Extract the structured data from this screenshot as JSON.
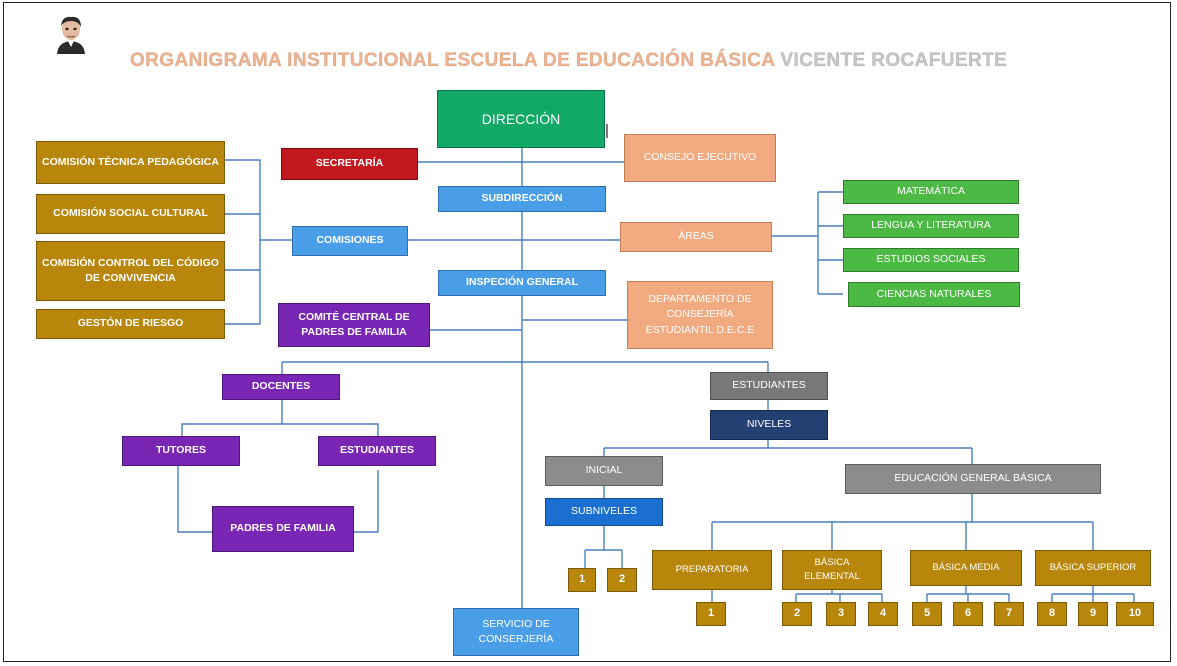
{
  "title": {
    "part1": "ORGANIGRAMA INSTITUCIONAL ESCUELA DE EDUCACIÓN BÁSICA",
    "part2": "VICENTE ROCAFUERTE"
  },
  "boxes": {
    "direccion": "DIRECCIÓN",
    "secretaria": "SECRETARÍA",
    "consejo": "CONSEJO EJECUTIVO",
    "subdireccion": "SUBDIRECCIÓN",
    "comisiones": "COMISIONES",
    "areas": "ÁREAS",
    "inspeccion": "INSPECIÓN GENERAL",
    "comite": "COMITÉ CENTRAL DE PADRES DE FAMILIA",
    "dece": "DEPARTAMENTO DE CONSEJERÍA ESTUDIANTIL D.E.C.E",
    "comision_tecnica": "COMISIÓN TÉCNICA PEDAGÓGICA",
    "comision_social": "COMISIÓN SOCIAL CULTURAL",
    "comision_control": "COMISIÓN CONTROL DEL CÓDIGO DE CONVIVENCIA",
    "gestion": "GESTÓN DE RIESGO",
    "matematica": "MATEMÁTICA",
    "lengua": "LENGUA Y LITERATURA",
    "sociales": "ESTUDIOS SOCIALES",
    "naturales": "CIENCIAS NATURALES",
    "docentes": "DOCENTES",
    "tutores": "TUTORES",
    "estudiantes_doc": "ESTUDIANTES",
    "padres": "PADRES DE FAMILIA",
    "estudiantes": "ESTUDIANTES",
    "niveles": "NIVELES",
    "inicial": "INICIAL",
    "subniveles": "SUBNIVELES",
    "egb": "EDUCACIÓN GENERAL BÁSICA",
    "preparatoria": "PREPARATORIA",
    "basica_elemental": "BÁSICA ELEMENTAL",
    "basica_media": "BÁSICA MEDIA",
    "basica_superior": "BÁSICA SUPERIOR",
    "servicio": "SERVICIO DE CONSERJERÍA"
  },
  "numbers": {
    "inicial_1": "1",
    "inicial_2": "2",
    "prep_1": "1",
    "elem_2": "2",
    "elem_3": "3",
    "elem_4": "4",
    "media_5": "5",
    "media_6": "6",
    "media_7": "7",
    "sup_8": "8",
    "sup_9": "9",
    "sup_10": "10"
  },
  "colors": {
    "gold": "#b8860b",
    "blue": "#4a9ee8",
    "green": "#4cb944",
    "purple": "#7a26b5",
    "red": "#c2181d",
    "peach": "#f2ab80",
    "direccion": "#12a866",
    "navy": "#243f72",
    "connector": "#4a7fc0"
  }
}
